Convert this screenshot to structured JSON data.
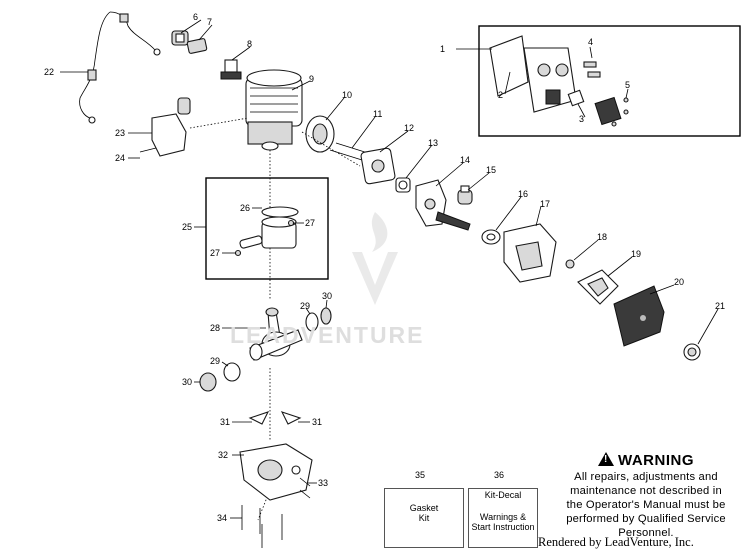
{
  "callouts": [
    "1",
    "2",
    "3",
    "4",
    "5",
    "6",
    "7",
    "8",
    "9",
    "10",
    "11",
    "12",
    "13",
    "14",
    "15",
    "16",
    "17",
    "18",
    "19",
    "20",
    "21",
    "22",
    "23",
    "24",
    "25",
    "26",
    "27",
    "27",
    "28",
    "29",
    "30",
    "29",
    "30",
    "31",
    "31",
    "32",
    "33",
    "34"
  ],
  "kits": [
    {
      "number": "35",
      "line1": "Gasket",
      "line2": "Kit"
    },
    {
      "number": "36",
      "line1": "Kit-Decal",
      "line2": "Warnings &",
      "line3": "Start Instruction"
    }
  ],
  "warning": {
    "title": "WARNING",
    "lines": [
      "All repairs, adjustments and",
      "maintenance not described in",
      "the Operator's Manual must be",
      "performed by Qualified Service",
      "Personnel."
    ]
  },
  "footer": "Rendered by LeadVenture, Inc.",
  "watermark": "LEADVENTURE"
}
